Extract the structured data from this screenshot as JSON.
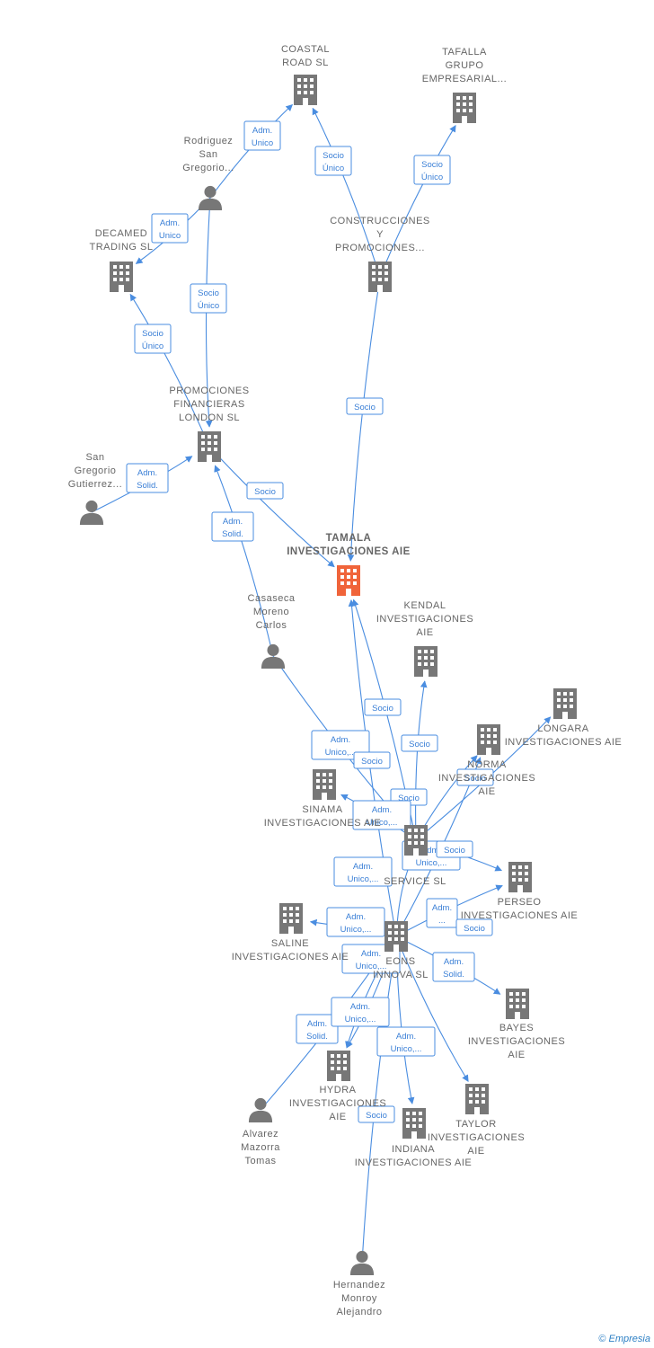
{
  "colors": {
    "edge": "#4a8de0",
    "node": "#777777",
    "focus": "#f0643a"
  },
  "nodes": [
    {
      "id": "coastal",
      "type": "company",
      "icon": "building-icon",
      "label": [
        "COASTAL",
        "ROAD  SL"
      ]
    },
    {
      "id": "tafalla",
      "type": "company",
      "icon": "building-icon",
      "label": [
        "TAFALLA",
        "GRUPO",
        "EMPRESARIAL..."
      ]
    },
    {
      "id": "rodriguez",
      "type": "person",
      "icon": "person-icon",
      "label": [
        "Rodriguez",
        "San",
        "Gregorio..."
      ]
    },
    {
      "id": "construcciones",
      "type": "company",
      "icon": "building-icon",
      "label": [
        "CONSTRUCCIONES",
        "Y",
        "PROMOCIONES..."
      ]
    },
    {
      "id": "decamed",
      "type": "company",
      "icon": "building-icon",
      "label": [
        "DECAMED",
        "TRADING  SL"
      ]
    },
    {
      "id": "promociones",
      "type": "company",
      "icon": "building-icon",
      "label": [
        "PROMOCIONES",
        "FINANCIERAS",
        "LONDON  SL"
      ]
    },
    {
      "id": "sangregorio",
      "type": "person",
      "icon": "person-icon",
      "label": [
        "San",
        "Gregorio",
        "Gutierrez..."
      ]
    },
    {
      "id": "tamala",
      "type": "focus",
      "icon": "building-icon",
      "label": [
        "TAMALA",
        "INVESTIGACIONES AIE"
      ]
    },
    {
      "id": "casaseca",
      "type": "person",
      "icon": "person-icon",
      "label": [
        "Casaseca",
        "Moreno",
        "Carlos"
      ]
    },
    {
      "id": "kendal",
      "type": "company",
      "icon": "building-icon",
      "label": [
        "KENDAL",
        "INVESTIGACIONES",
        "AIE"
      ]
    },
    {
      "id": "longara",
      "type": "company",
      "icon": "building-icon",
      "label": [
        "LONGARA",
        "INVESTIGACIONES AIE"
      ]
    },
    {
      "id": "norma",
      "type": "company",
      "icon": "building-icon",
      "label": [
        "NORMA",
        "INVESTIGACIONES",
        "AIE"
      ]
    },
    {
      "id": "sinama",
      "type": "company",
      "icon": "building-icon",
      "label": [
        "SINAMA",
        "INVESTIGACIONES AIE"
      ]
    },
    {
      "id": "service",
      "type": "company",
      "icon": "building-icon",
      "label": [
        "SERVICE  SL"
      ]
    },
    {
      "id": "perseo",
      "type": "company",
      "icon": "building-icon",
      "label": [
        "PERSEO",
        "INVESTIGACIONES AIE"
      ]
    },
    {
      "id": "saline",
      "type": "company",
      "icon": "building-icon",
      "label": [
        "SALINE",
        "INVESTIGACIONES AIE"
      ]
    },
    {
      "id": "innova",
      "type": "company",
      "icon": "building-icon",
      "label": [
        "EONS",
        "INNOVA  SL"
      ]
    },
    {
      "id": "bayes",
      "type": "company",
      "icon": "building-icon",
      "label": [
        "BAYES",
        "INVESTIGACIONES",
        "AIE"
      ]
    },
    {
      "id": "hydra",
      "type": "company",
      "icon": "building-icon",
      "label": [
        "HYDRA",
        "INVESTIGACIONES",
        "AIE"
      ]
    },
    {
      "id": "taylor",
      "type": "company",
      "icon": "building-icon",
      "label": [
        "TAYLOR",
        "INVESTIGACIONES",
        "AIE"
      ]
    },
    {
      "id": "indiana",
      "type": "company",
      "icon": "building-icon",
      "label": [
        "INDIANA",
        "INVESTIGACIONES AIE"
      ]
    },
    {
      "id": "alvarez",
      "type": "person",
      "icon": "person-icon",
      "label": [
        "Alvarez",
        "Mazorra",
        "Tomas"
      ]
    },
    {
      "id": "hernandez",
      "type": "person",
      "icon": "person-icon",
      "label": [
        "Hernandez",
        "Monroy",
        "Alejandro"
      ]
    }
  ],
  "edges": [
    {
      "from": "rodriguez",
      "to": "coastal",
      "label": [
        "Adm.",
        "Unico"
      ]
    },
    {
      "from": "construcciones",
      "to": "coastal",
      "label": [
        "Socio",
        "Único"
      ]
    },
    {
      "from": "construcciones",
      "to": "tafalla",
      "label": [
        "Socio",
        "Único"
      ]
    },
    {
      "from": "rodriguez",
      "to": "decamed",
      "label": [
        "Adm.",
        "Unico"
      ]
    },
    {
      "from": "rodriguez",
      "to": "promociones",
      "label": [
        "Socio",
        "Único"
      ]
    },
    {
      "from": "promociones",
      "to": "decamed",
      "label": [
        "Socio",
        "Único"
      ]
    },
    {
      "from": "construcciones",
      "to": "tamala",
      "label": [
        "Socio"
      ]
    },
    {
      "from": "sangregorio",
      "to": "promociones",
      "label": [
        "Adm.",
        "Solid."
      ]
    },
    {
      "from": "promociones",
      "to": "tamala",
      "label": [
        "Socio"
      ]
    },
    {
      "from": "casaseca",
      "to": "promociones",
      "label": [
        "Adm.",
        "Solid."
      ]
    },
    {
      "from": "casaseca",
      "to": "service",
      "label": [
        "Adm.",
        "Unico,..."
      ]
    },
    {
      "from": "service",
      "to": "tamala",
      "label": [
        "Socio"
      ]
    },
    {
      "from": "service",
      "to": "kendal",
      "label": [
        "Socio"
      ]
    },
    {
      "from": "service",
      "to": "longara",
      "label": [
        "Socio"
      ]
    },
    {
      "from": "service",
      "to": "norma",
      "label": [
        "Socio"
      ]
    },
    {
      "from": "service",
      "to": "sinama",
      "label": [
        "Socio"
      ]
    },
    {
      "from": "innova",
      "to": "tamala",
      "label": [
        "Adm.",
        "Unico,..."
      ]
    },
    {
      "from": "innova",
      "to": "norma",
      "label": [
        "Adm.",
        "Unico,..."
      ]
    },
    {
      "from": "innova",
      "to": "service",
      "label": [
        "Adm.",
        "Unico,..."
      ]
    },
    {
      "from": "innova",
      "to": "saline",
      "label": [
        "Adm.",
        "Unico,..."
      ]
    },
    {
      "from": "innova",
      "to": "perseo",
      "label": [
        "Socio"
      ]
    },
    {
      "from": "innova",
      "to": "bayes",
      "label": [
        "Adm.",
        "..."
      ]
    },
    {
      "from": "innova",
      "to": "taylor",
      "label": [
        "Socio"
      ]
    },
    {
      "from": "alvarez",
      "to": "innova",
      "label": [
        "Adm.",
        "Solid."
      ]
    },
    {
      "from": "hernandez",
      "to": "innova",
      "label": [
        "Adm.",
        "Solid."
      ]
    },
    {
      "from": "innova",
      "to": "hydra",
      "label": [
        "Socio"
      ]
    },
    {
      "from": "innova",
      "to": "indiana",
      "label": [
        "Adm.",
        "Unico,..."
      ]
    },
    {
      "from": "service",
      "to": "perseo",
      "label": [
        "Adm.",
        "Unico,..."
      ]
    },
    {
      "from": "innova",
      "to": "hydra",
      "label": [
        "Adm.",
        "Unico,..."
      ]
    }
  ],
  "footer": {
    "copyright": "©",
    "brand": "Empresia"
  }
}
